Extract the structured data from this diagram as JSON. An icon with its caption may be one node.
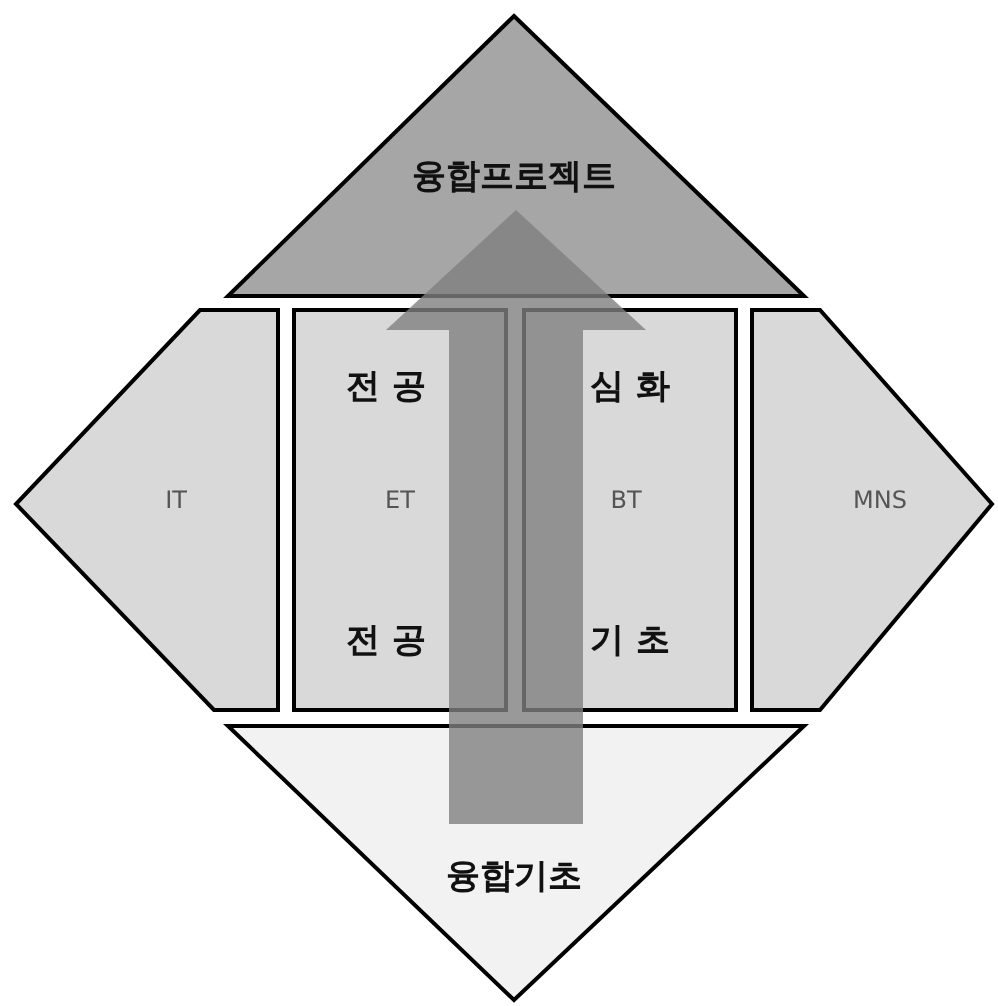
{
  "diagram": {
    "nodes": [
      {
        "text": [
          "융합프로젝트"
        ]
      },
      {
        "text": [
          "IT"
        ]
      },
      {
        "text": [
          "전 공",
          "ET",
          "전 공"
        ]
      },
      {
        "text": [
          "심 화",
          "BT",
          "기 초"
        ]
      },
      {
        "text": [
          "MNS"
        ]
      },
      {
        "text": [
          "융합기초"
        ]
      }
    ],
    "edges": [
      {
        "from": 5,
        "to": 0,
        "arrow": "to",
        "color": "#7f7f7f"
      }
    ]
  }
}
